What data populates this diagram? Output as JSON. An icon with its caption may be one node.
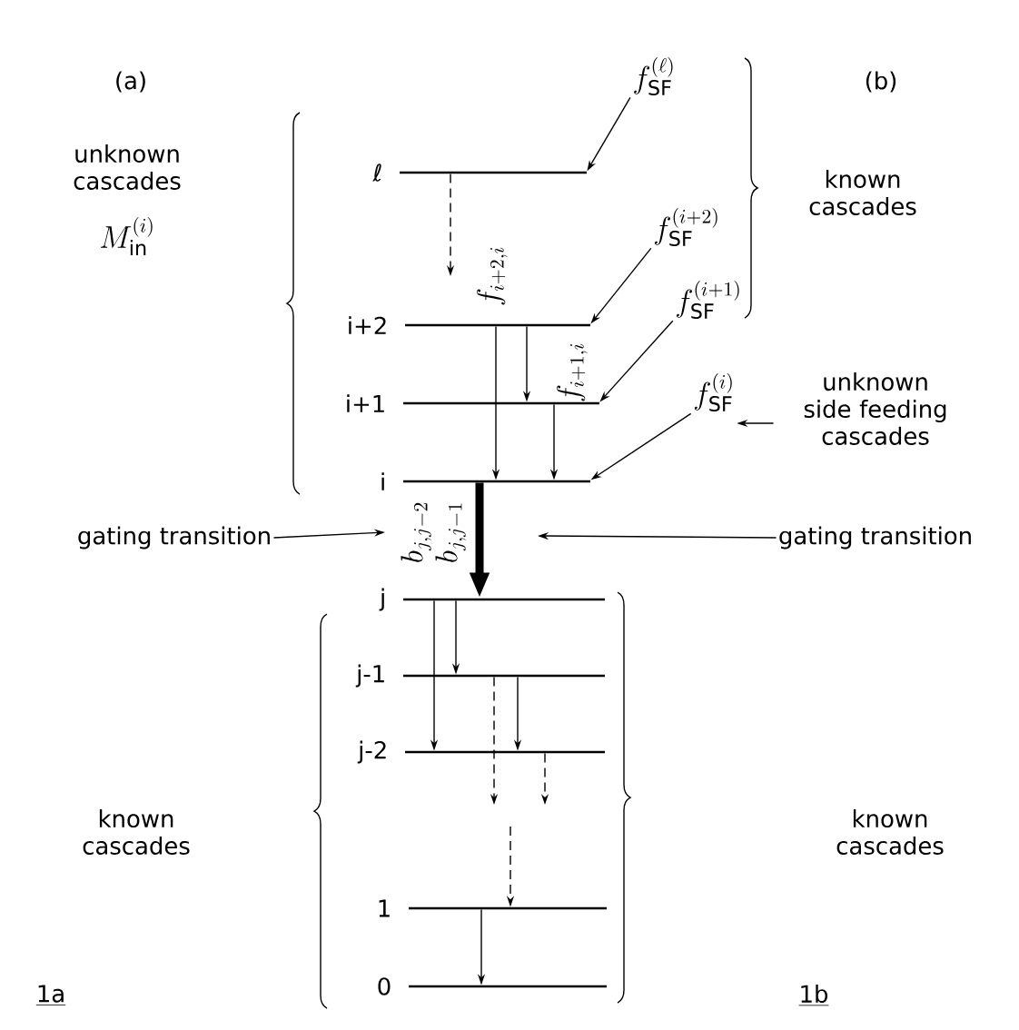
{
  "diagram": {
    "nodes": [
      {
        "text": [
          "ℓ"
        ]
      },
      {
        "text": [
          "i+2"
        ]
      },
      {
        "text": [
          "i+1"
        ]
      },
      {
        "text": [
          "i"
        ]
      },
      {
        "text": [
          "j"
        ]
      },
      {
        "text": [
          "j-1"
        ]
      },
      {
        "text": [
          "j-2"
        ]
      },
      {
        "text": [
          "1"
        ]
      },
      {
        "text": [
          "0"
        ]
      },
      {
        "text": [
          "f_{\\mathrm{SF}}^{(\\ell)}"
        ]
      },
      {
        "text": [
          "f_{\\mathrm{SF}}^{(i+2)}"
        ]
      },
      {
        "text": [
          "f_{\\mathrm{SF}}^{(i+1)}"
        ]
      },
      {
        "text": [
          "f_{\\mathrm{SF}}^{(i)}"
        ]
      },
      {
        "text": [
          "unknown side feeding cascades"
        ]
      },
      {
        "text": [
          "gating transition"
        ]
      },
      {
        "text": [
          "gating transition"
        ]
      },
      {
        "text": [
          "f_{i+2,i}"
        ]
      },
      {
        "text": [
          "b_{j,j-2}"
        ]
      }
    ],
    "edges": [
      {
        "from": 9,
        "to": 0,
        "arrow": "to"
      },
      {
        "from": 10,
        "to": 1,
        "arrow": "to"
      },
      {
        "from": 11,
        "to": 2,
        "arrow": "to"
      },
      {
        "from": 12,
        "to": 3,
        "arrow": "to"
      },
      {
        "from": 13,
        "to": 12,
        "arrow": "to"
      },
      {
        "from": 0,
        "to": 16,
        "arrow": "to",
        "style": "dashed"
      },
      {
        "from": 1,
        "to": 3,
        "arrow": "to"
      },
      {
        "from": 1,
        "to": 2,
        "arrow": "to"
      },
      {
        "from": 2,
        "to": 3,
        "arrow": "to"
      },
      {
        "from": 3,
        "to": 4,
        "arrow": "to",
        "style": "thick"
      },
      {
        "from": 4,
        "to": 6,
        "arrow": "to"
      },
      {
        "from": 4,
        "to": 5,
        "arrow": "to"
      },
      {
        "from": 5,
        "to": null,
        "arrow": "to",
        "style": "dashed"
      },
      {
        "from": 5,
        "to": 6,
        "arrow": "to"
      },
      {
        "from": 6,
        "to": null,
        "arrow": "to",
        "style": "dashed"
      },
      {
        "from": null,
        "to": 7,
        "arrow": "to",
        "style": "dashed"
      },
      {
        "from": 7,
        "to": 8,
        "arrow": "to"
      },
      {
        "from": 14,
        "to": 17,
        "arrow": "to"
      },
      {
        "from": 15,
        "to": null,
        "arrow": "to"
      }
    ],
    "labels": [
      "(a)",
      "(b)",
      "unknown cascades",
      "M_{\\mathrm{in}}^{(i)}",
      "known cascades",
      "f_{i+1,i}",
      "b_{j,j-1}",
      "known cascades",
      "known cascades",
      "1a",
      "1b"
    ]
  }
}
